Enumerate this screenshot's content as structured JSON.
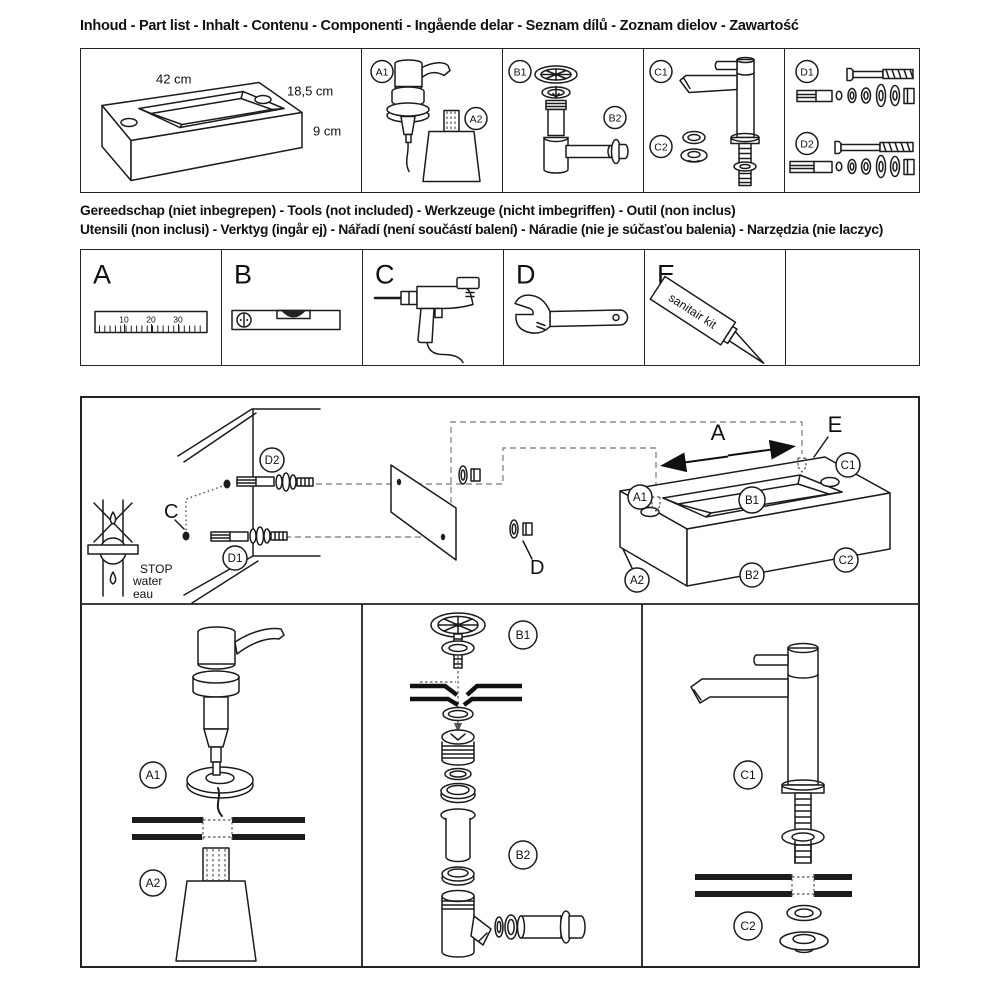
{
  "header": {
    "parts_title": "Inhoud - Part list - Inhalt - Contenu - Componenti - Ingående delar - Seznam dílů - Zoznam dielov - Zawartość"
  },
  "tools_header": {
    "line1": "Gereedschap (niet inbegrepen) - Tools (not included) -  Werkzeuge (nicht imbegriffen) - Outil (non inclus)",
    "line2": "Utensili (non inclusi) - Verktyg (ingår ej) - Nářadí (není součástí balení) - Náradie (nie je súčasťou balenia) - Narzędzia (nie laczyc)"
  },
  "parts": {
    "sink": {
      "width": "42 cm",
      "depth": "18,5 cm",
      "height": "9 cm"
    }
  },
  "labels": {
    "a1": "A1",
    "a2": "A2",
    "b1": "B1",
    "b2": "B2",
    "c1": "C1",
    "c2": "C2",
    "d1": "D1",
    "d2": "D2",
    "a": "A",
    "b": "B",
    "c": "C",
    "d": "D",
    "e": "E"
  },
  "tools": {
    "ruler_ticks": [
      "10",
      "20",
      "30"
    ],
    "sealant_label": "sanitair kit"
  },
  "diagram": {
    "stop_line1": "STOP",
    "stop_line2": "water",
    "stop_line3": "eau"
  }
}
